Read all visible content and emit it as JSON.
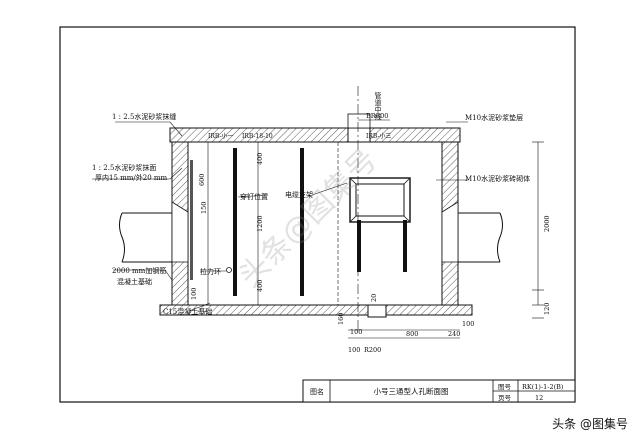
{
  "drawing": {
    "labels": {
      "pipe_centerline": "管道中线",
      "cover_left": "IRB-小一",
      "cover_mid": "IRB-18-10",
      "cover_right": "IRB-小三",
      "mortar_joint": "1 : 2.5水泥砂浆抹缝",
      "mortar_plaster": "1 : 2.5水泥砂浆抹面",
      "plaster_thickness": "厚内15 mm/外20 mm",
      "beam": "2000 mm加钢筋",
      "beam_2": "混凝土基础",
      "pull_ring": "拉力环",
      "c15_base": "C15混凝土基础",
      "penetration": "穿钉位置",
      "cable_bracket": "电缆支架",
      "m10_cushion": "M10水泥砂浆垫层",
      "m10_brick": "M10水泥砂浆砖砌体"
    },
    "dims": {
      "top_800": "800",
      "top_br": "BR",
      "d600": "600",
      "d150": "150",
      "d400_top": "400",
      "d1200": "1200",
      "d400_bot": "400",
      "d100": "100",
      "d2000": "2000",
      "d120": "120",
      "d20": "20",
      "d160": "160",
      "d100a": "100",
      "d100b": "100",
      "r200": "R200",
      "d800": "800",
      "d240": "240",
      "d100c": "100"
    },
    "watermark": "头条@图集号"
  },
  "title_block": {
    "label_name": "图名",
    "name": "小号三通型人孔断面图",
    "label_atlas": "图号",
    "atlas_no": "RK(1)-1-2(B)",
    "label_page": "页号",
    "page_no": "12"
  },
  "footer": {
    "credit": "头条 @图集号"
  }
}
